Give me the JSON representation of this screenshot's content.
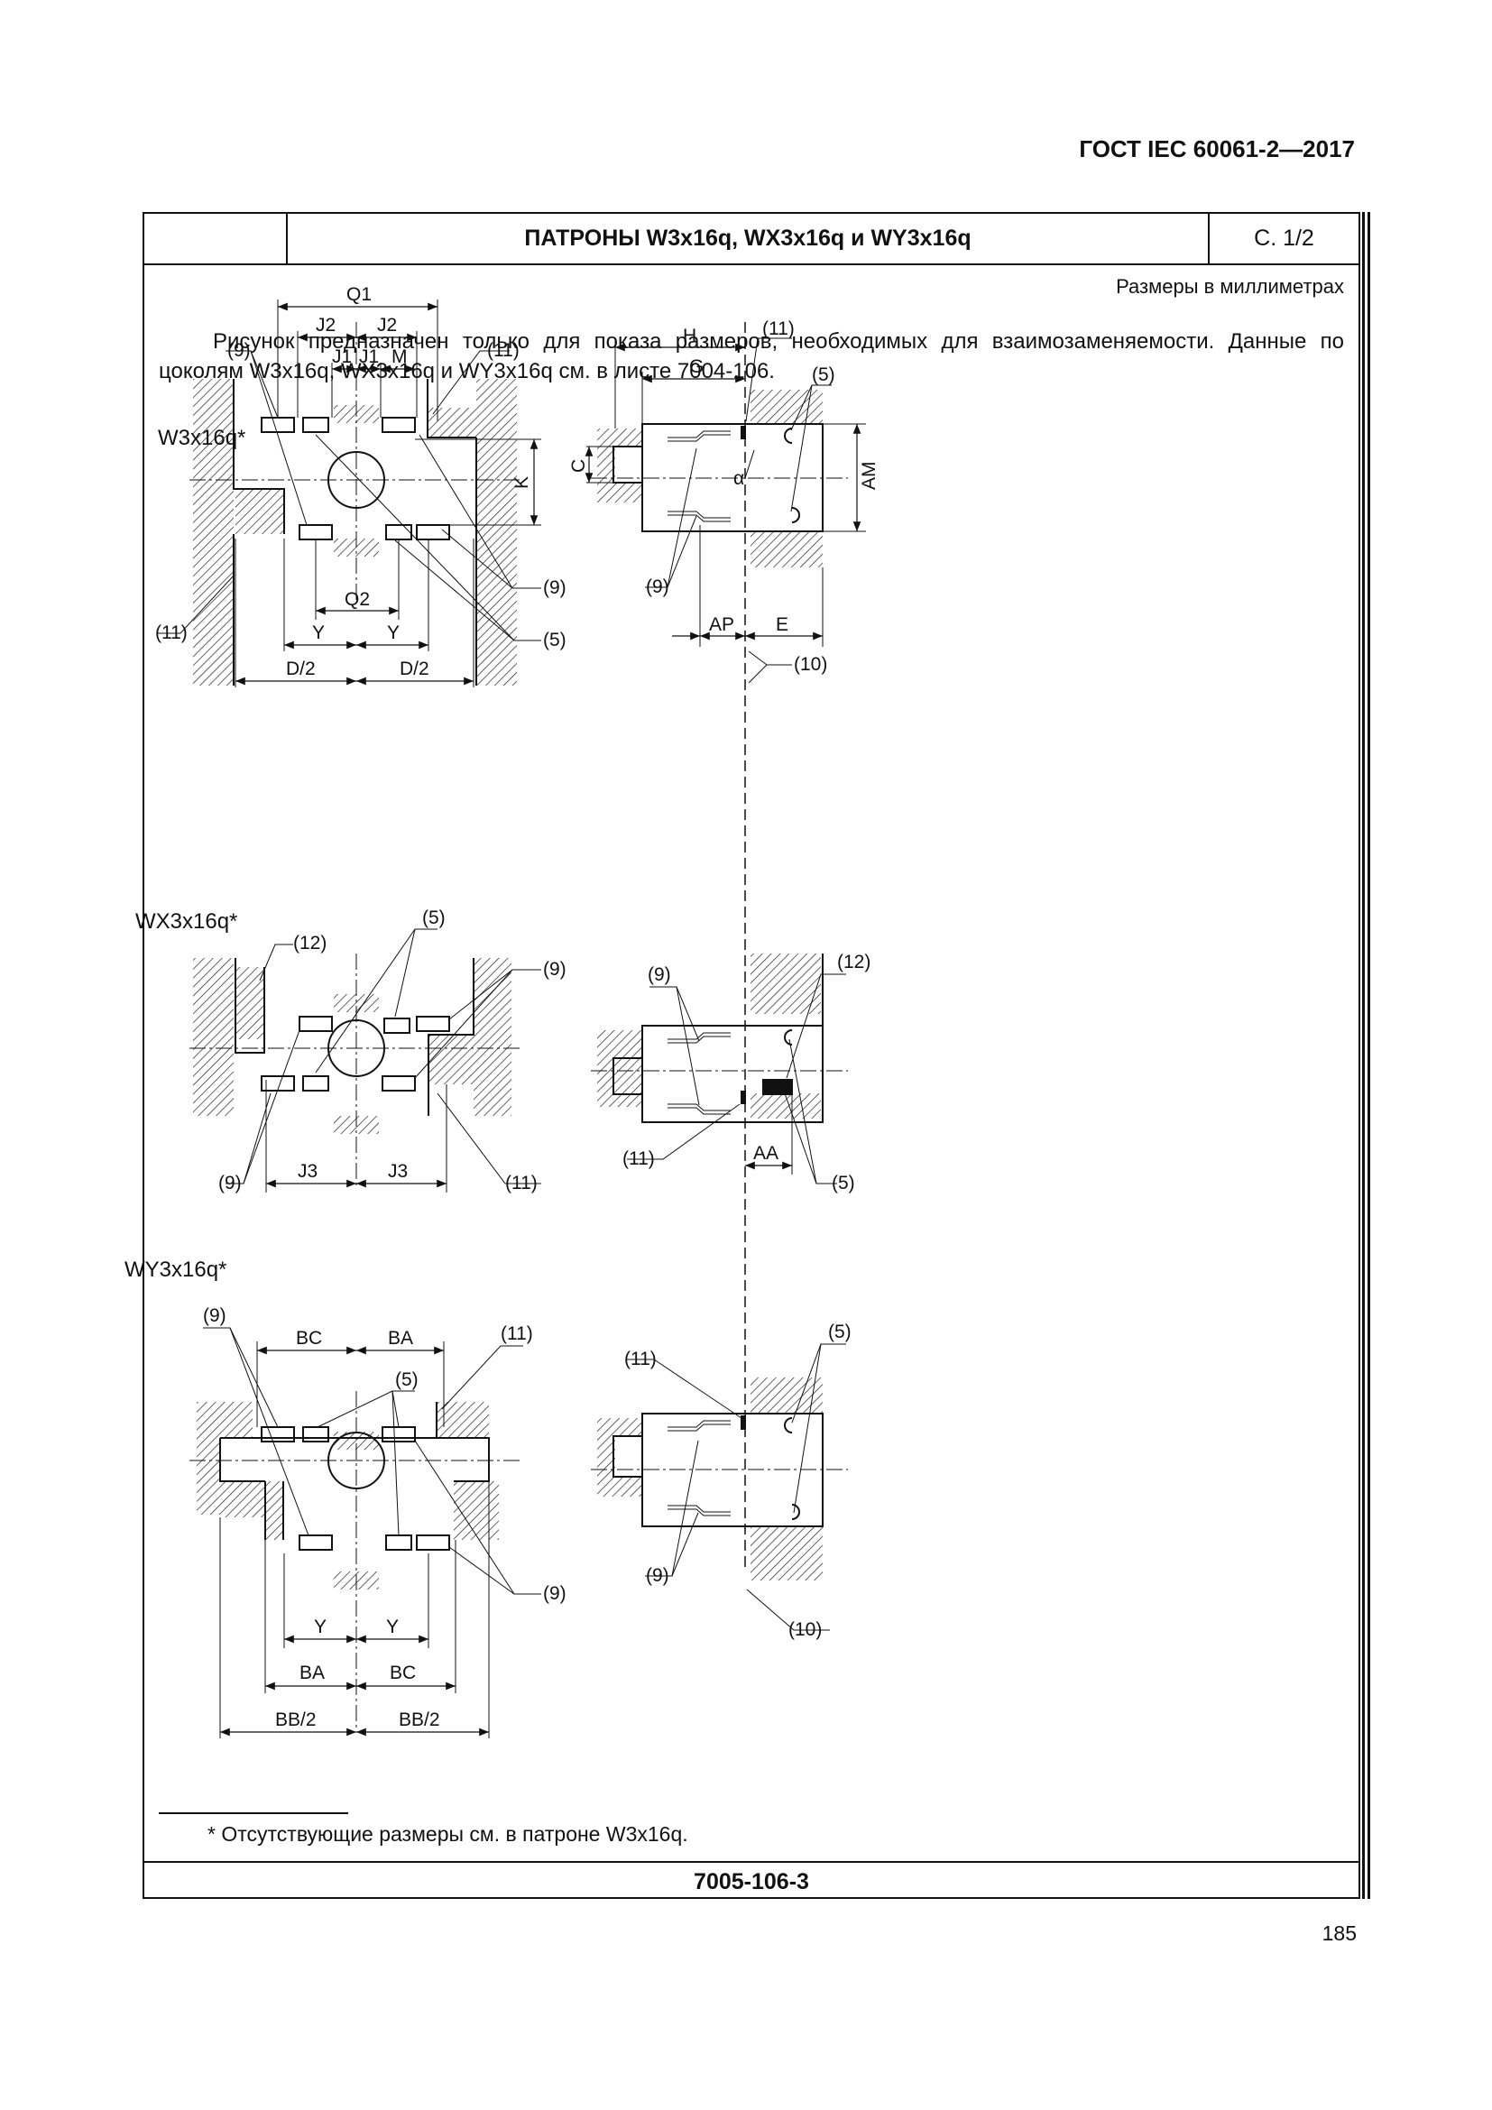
{
  "header": {
    "standard": "ГОСТ IEC 60061-2—2017"
  },
  "title_block": {
    "title": "ПАТРОНЫ W3x16q, WX3x16q и WY3x16q",
    "sheet": "С. 1/2"
  },
  "units_note": "Размеры в миллиметрах",
  "intro": "Рисунок предназначен только для показа размеров, необходимых для взаимозаменяемости. Данные по цоколям W3x16q, WX3x16q и WY3x16q см. в листе 7004-106.",
  "figures": {
    "w3": {
      "label": "W3x16q*",
      "dims": {
        "q1": "Q1",
        "j2a": "J2",
        "j2b": "J2",
        "j1a": "J1",
        "j1b": "J1",
        "m": "M",
        "k": "K",
        "q2": "Q2",
        "ya": "Y",
        "yb": "Y",
        "d2a": "D/2",
        "d2b": "D/2",
        "h": "H",
        "g": "G",
        "c": "C",
        "am": "AM",
        "alpha": "α",
        "ap": "AP",
        "e": "E"
      },
      "refs": {
        "r9a": "(9)",
        "r11a": "(11)",
        "r9b": "(9)",
        "r5a": "(5)",
        "r11b": "(11)",
        "r11c": "(11)",
        "r5b": "(5)",
        "r9c": "(9)",
        "r10": "(10)"
      }
    },
    "wx3": {
      "label": "WX3x16q*",
      "dims": {
        "j3a": "J3",
        "j3b": "J3",
        "aa": "AA"
      },
      "refs": {
        "r12a": "(12)",
        "r5a": "(5)",
        "r9a": "(9)",
        "r9b": "(9)",
        "r11a": "(11)",
        "r9c": "(9)",
        "r12b": "(12)",
        "r11b": "(11)",
        "r5b": "(5)"
      }
    },
    "wy3": {
      "label": "WY3x16q*",
      "dims": {
        "bc1": "BC",
        "ba1": "BA",
        "ya": "Y",
        "yb": "Y",
        "ba2": "BA",
        "bc2": "BC",
        "bb2a": "BB/2",
        "bb2b": "BB/2"
      },
      "refs": {
        "r9a": "(9)",
        "r5a": "(5)",
        "r11a": "(11)",
        "r9b": "(9)",
        "r11b": "(11)",
        "r5b": "(5)",
        "r9c": "(9)",
        "r10": "(10)"
      }
    }
  },
  "footnote": "*  Отсутствующие размеры см. в патроне W3x16q.",
  "footer_code": "7005-106-3",
  "page_number": "185"
}
